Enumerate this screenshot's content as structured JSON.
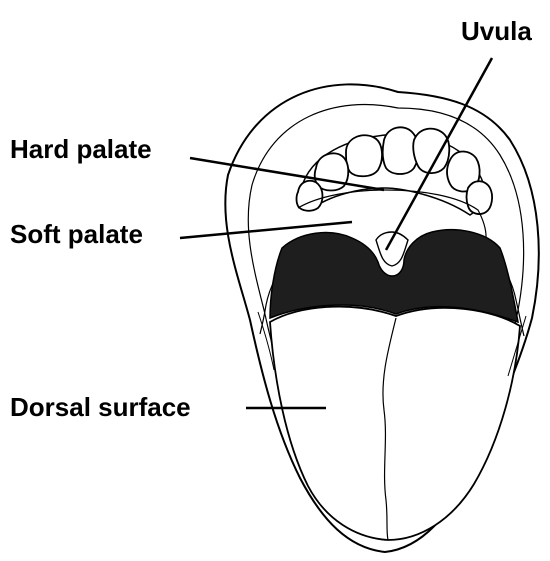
{
  "labels": {
    "uvula": "Uvula",
    "hard_palate": "Hard palate",
    "soft_palate": "Soft palate",
    "dorsal_surface": "Dorsal surface"
  },
  "colors": {
    "line": "#000000",
    "throat": "#1e1e1e",
    "background": "#ffffff"
  }
}
